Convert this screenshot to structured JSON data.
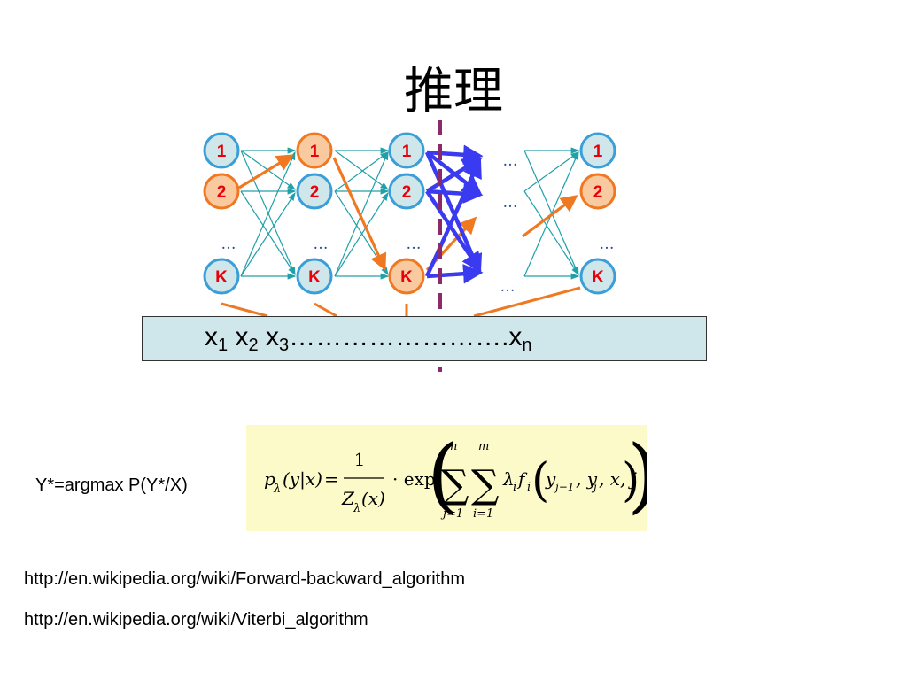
{
  "slide": {
    "title": "推理",
    "state_labels": [
      "1",
      "2",
      "K"
    ],
    "ellipsis": "…",
    "observations": {
      "x1": "x",
      "s1": "1",
      "x2": "x",
      "s2": "2",
      "x3": "x",
      "s3": "3",
      "dots": "…………………….",
      "xn": "x",
      "sn": "n"
    },
    "argmax_label": "Y*=argmax P(Y*/X)",
    "formula": {
      "p": "p",
      "lambda": "λ",
      "cond": "(y|x)",
      "equals": "=",
      "num": "1",
      "Z": "Z",
      "Zarg": "(x)",
      "dot_exp": "· exp",
      "n": "n",
      "m": "m",
      "j1": "j=1",
      "i1": "i=1",
      "sigma": "∑",
      "body": "λ",
      "i": "i",
      "f": "f",
      "args": "y",
      "args_sub": "j−1",
      "args_rest": ", y",
      "args_sub2": "j",
      "args_tail": ", x, j"
    },
    "links": [
      "http://en.wikipedia.org/wiki/Forward-backward_algorithm",
      "http://en.wikipedia.org/wiki/Viterbi_algorithm"
    ],
    "colors": {
      "node_stroke_blue": "#3a9fd8",
      "node_fill_blue": "#cfe6ea",
      "node_stroke_orange": "#f07820",
      "node_fill_orange": "#f9c9a0",
      "node_text": "#e8000b",
      "edge_teal": "#20a0a8",
      "path_orange": "#f07820",
      "edge_blue": "#3a3af0",
      "divider": "#8b2a6a"
    }
  }
}
